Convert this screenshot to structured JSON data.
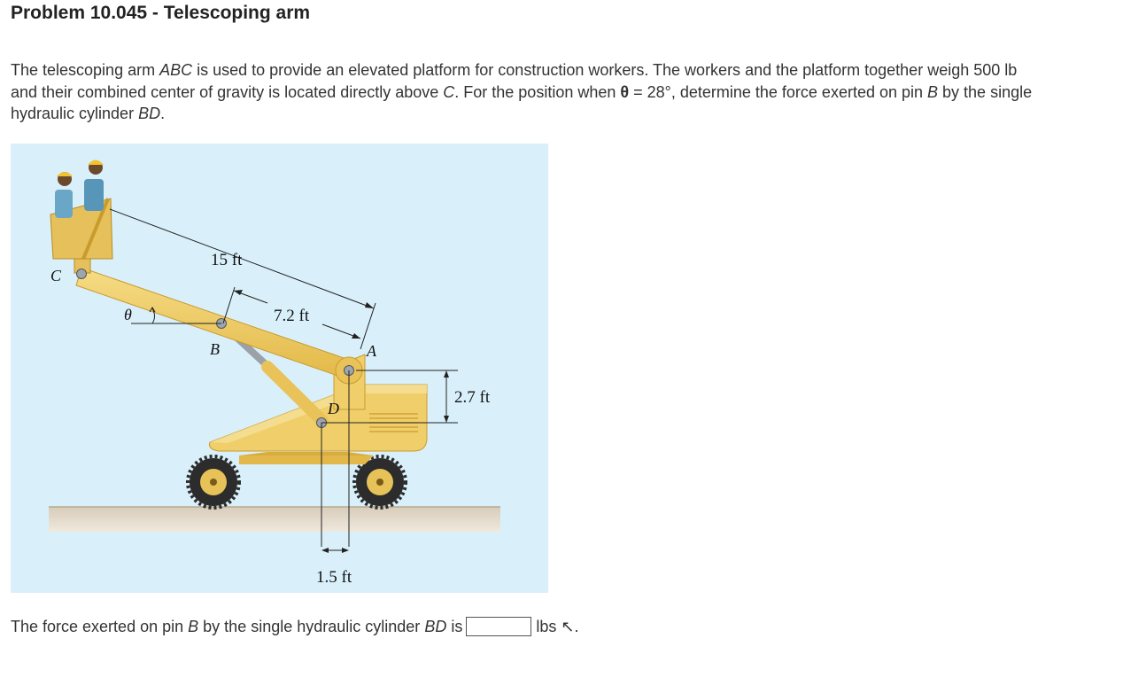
{
  "problem": {
    "title": "Problem 10.045 - Telescoping arm"
  },
  "statement": {
    "part1": "The telescoping arm ",
    "var_abc": "ABC",
    "part2": " is used to provide an elevated platform for construction workers. The workers and the platform together weigh 500 lb and their combined center of gravity is located directly above ",
    "var_c": "C",
    "part3": ". For the position when ",
    "theta_symbol": "θ",
    "part4": " = 28°, determine the force exerted on pin ",
    "var_b": "B",
    "part5": " by the single hydraulic cylinder ",
    "var_bd": "BD",
    "part6": "."
  },
  "figure": {
    "labels": {
      "c": "C",
      "b": "B",
      "a": "A",
      "d": "D",
      "theta": "θ"
    },
    "dimensions": {
      "dim_15": "15 ft",
      "dim_72": "7.2 ft",
      "dim_27": "2.7 ft",
      "dim_15b": "1.5 ft"
    }
  },
  "answer": {
    "prefix": "The force exerted on pin ",
    "var_b": "B",
    "middle": " by the single hydraulic cylinder ",
    "var_bd": "BD",
    "suffix": " is",
    "value": "",
    "unit": "lbs ↖."
  }
}
